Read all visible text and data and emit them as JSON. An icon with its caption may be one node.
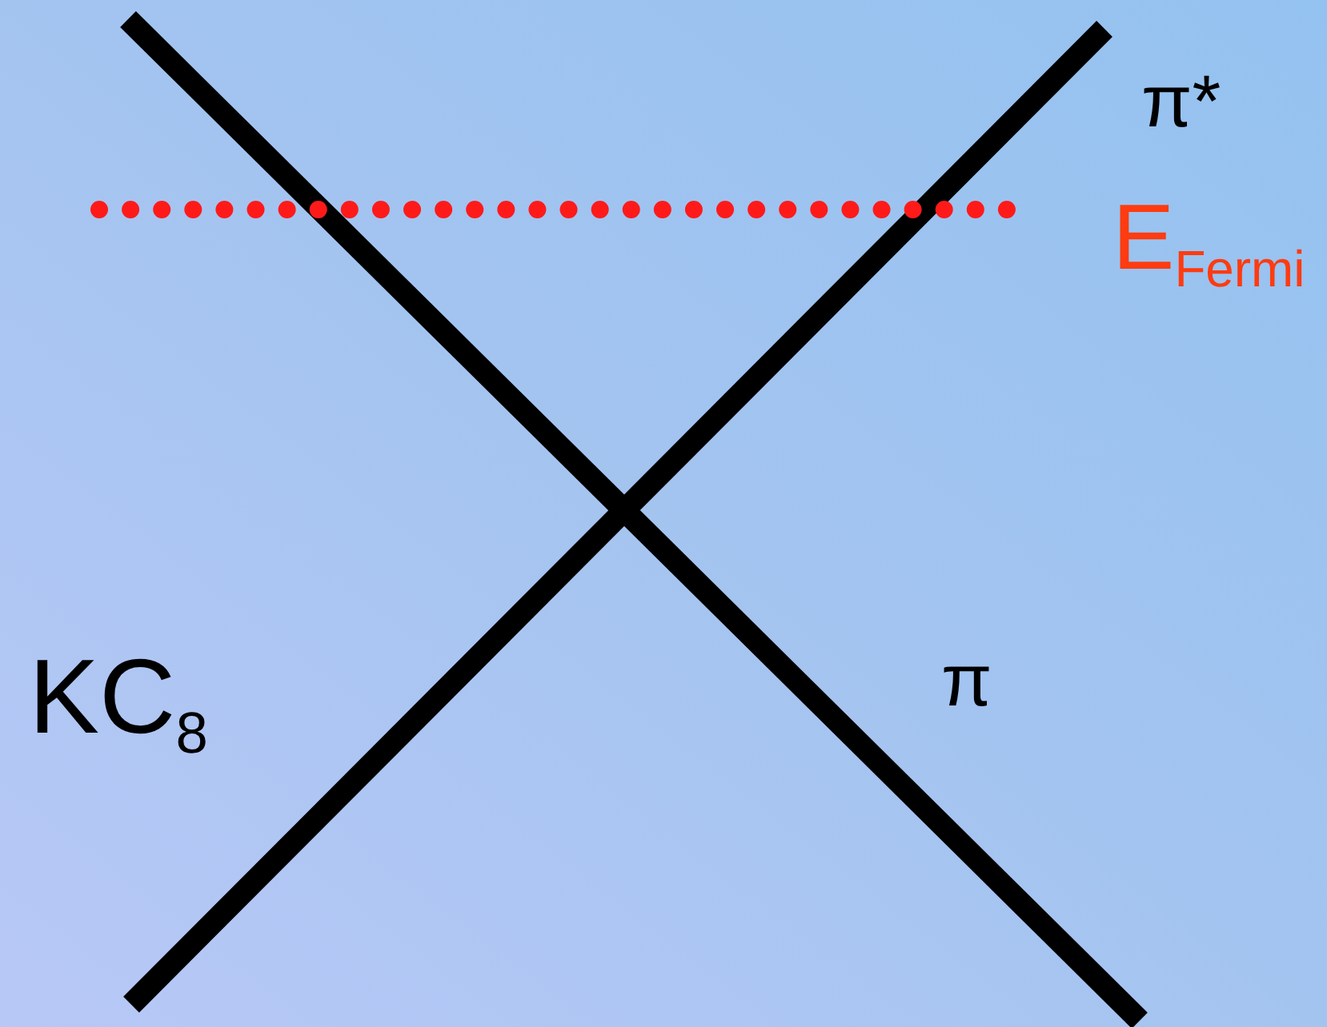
{
  "diagram": {
    "labels": [
      "π*",
      "E$_{Fermi}$",
      "KC$_{8}$",
      "π"
    ]
  }
}
